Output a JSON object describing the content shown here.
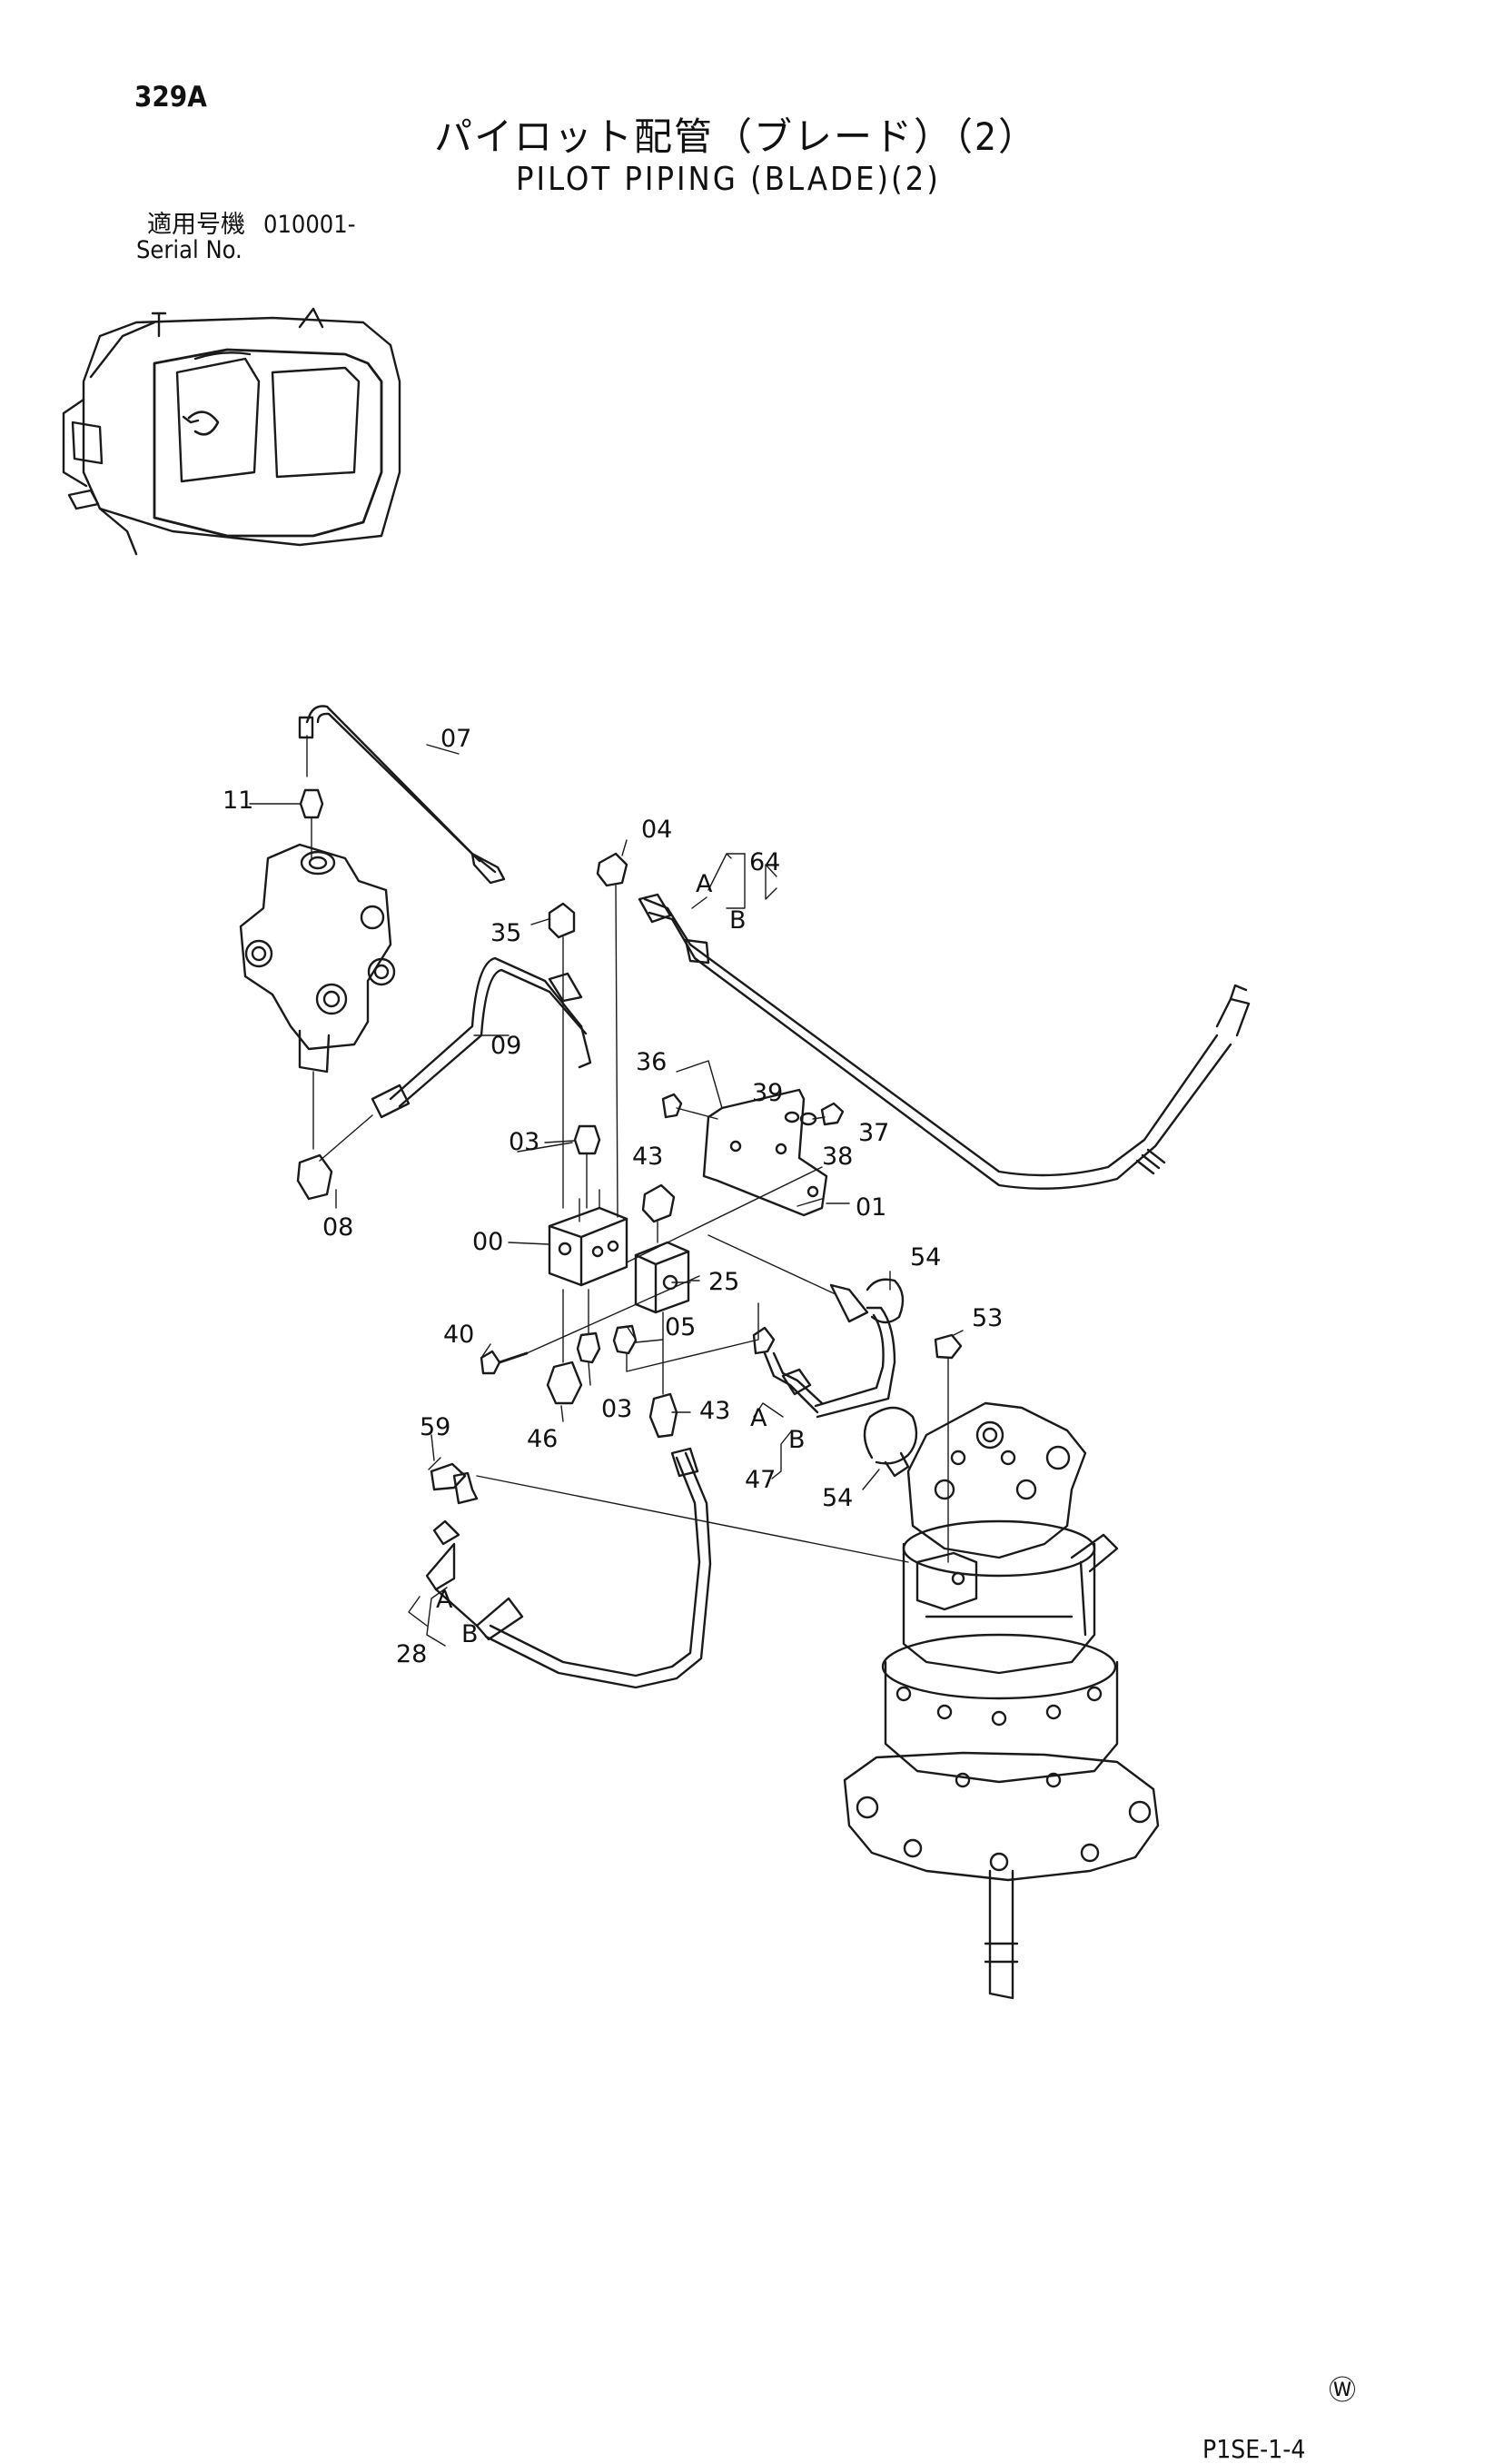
{
  "header": {
    "page_number": "329A",
    "title_jp": "パイロット配管（ブレード）（2）",
    "title_en": "PILOT PIPING (BLADE)(2)",
    "serial_label_jp": "適用号機",
    "serial_number": "010001-",
    "serial_label_en": "Serial No."
  },
  "callouts": {
    "c07": "07",
    "c11": "11",
    "c04": "04",
    "c64": "64",
    "cA1": "A",
    "cB1": "B",
    "c35": "35",
    "c09": "09",
    "c36": "36",
    "c39": "39",
    "c37": "37",
    "c38": "38",
    "c03a": "03",
    "c43a": "43",
    "c01": "01",
    "c08": "08",
    "c00": "00",
    "c25": "25",
    "c54a": "54",
    "c53": "53",
    "c40": "40",
    "c05": "05",
    "c46": "46",
    "c03b": "03",
    "c43b": "43",
    "cA2": "A",
    "cB2": "B",
    "c47": "47",
    "c59": "59",
    "c54b": "54",
    "cA3": "A",
    "cB3": "B",
    "c28": "28"
  },
  "footer": {
    "watermark": "Ⓦ",
    "drawing_code": "P1SE-1-4"
  }
}
